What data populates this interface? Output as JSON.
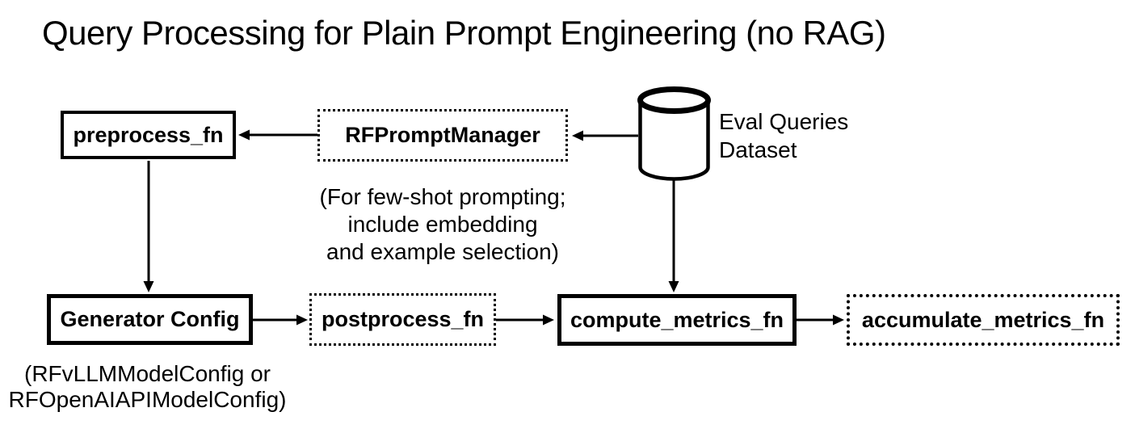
{
  "title": "Query Processing for Plain Prompt Engineering (no RAG)",
  "colors": {
    "ink": "#000000",
    "background": "#ffffff"
  },
  "nodes": {
    "preprocess_fn": {
      "label": "preprocess_fn",
      "border": "solid"
    },
    "rf_prompt_manager": {
      "label": "RFPromptManager",
      "border": "dotted"
    },
    "eval_queries_dataset": {
      "shape": "cylinder",
      "label_line1": "Eval Queries",
      "label_line2": "Dataset"
    },
    "generator_config": {
      "label": "Generator Config",
      "border": "solid"
    },
    "postprocess_fn": {
      "label": "postprocess_fn",
      "border": "dotted"
    },
    "compute_metrics_fn": {
      "label": "compute_metrics_fn",
      "border": "solid"
    },
    "accumulate_metrics_fn": {
      "label": "accumulate_metrics_fn",
      "border": "dotted"
    }
  },
  "annotations": {
    "few_shot_note": {
      "line1": "(For few-shot prompting;",
      "line2": "include embedding",
      "line3": "and example selection)"
    },
    "generator_config_note": {
      "line1": "(RFvLLMModelConfig or",
      "line2": "RFOpenAIAPIModelConfig)"
    }
  },
  "edges": [
    {
      "from": "eval_queries_dataset",
      "to": "rf_prompt_manager"
    },
    {
      "from": "rf_prompt_manager",
      "to": "preprocess_fn"
    },
    {
      "from": "preprocess_fn",
      "to": "generator_config"
    },
    {
      "from": "generator_config",
      "to": "postprocess_fn"
    },
    {
      "from": "postprocess_fn",
      "to": "compute_metrics_fn"
    },
    {
      "from": "eval_queries_dataset",
      "to": "compute_metrics_fn"
    },
    {
      "from": "compute_metrics_fn",
      "to": "accumulate_metrics_fn"
    }
  ]
}
